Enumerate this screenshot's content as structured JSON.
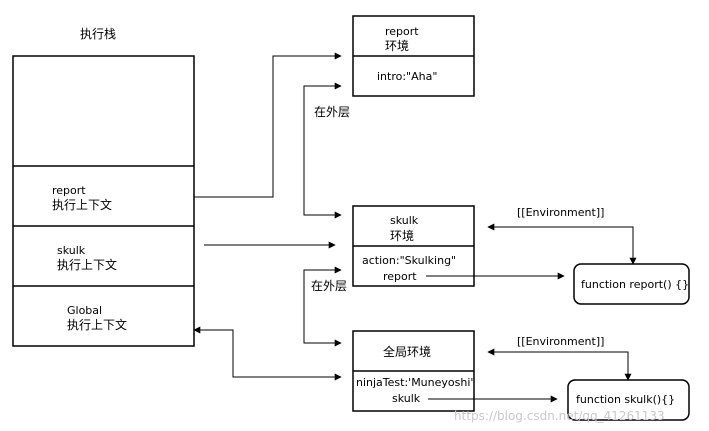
{
  "stack": {
    "title": "执行栈",
    "contexts": [
      {
        "name": "report",
        "label": "执行上下文"
      },
      {
        "name": "skulk",
        "label": "执行上下文"
      },
      {
        "name": "Global",
        "label": "执行上下文"
      }
    ]
  },
  "environments": {
    "report": {
      "name": "report",
      "label": "环境",
      "entries": [
        "intro:\"Aha\""
      ]
    },
    "skulk": {
      "name": "skulk",
      "label": "环境",
      "entries": [
        "action:\"Skulking\"",
        "report"
      ]
    },
    "global": {
      "label": "全局环境",
      "entries": [
        "ninjaTest:'Muneyoshi'",
        "skulk"
      ]
    }
  },
  "outer_labels": [
    "在外层",
    "在外层"
  ],
  "environment_labels": [
    "[[Environment]]",
    "[[Environment]]"
  ],
  "functions": {
    "report": "function report() {}",
    "skulk": "function skulk(){}"
  },
  "watermark": "https://blog.csdn.net/qq_41261133"
}
